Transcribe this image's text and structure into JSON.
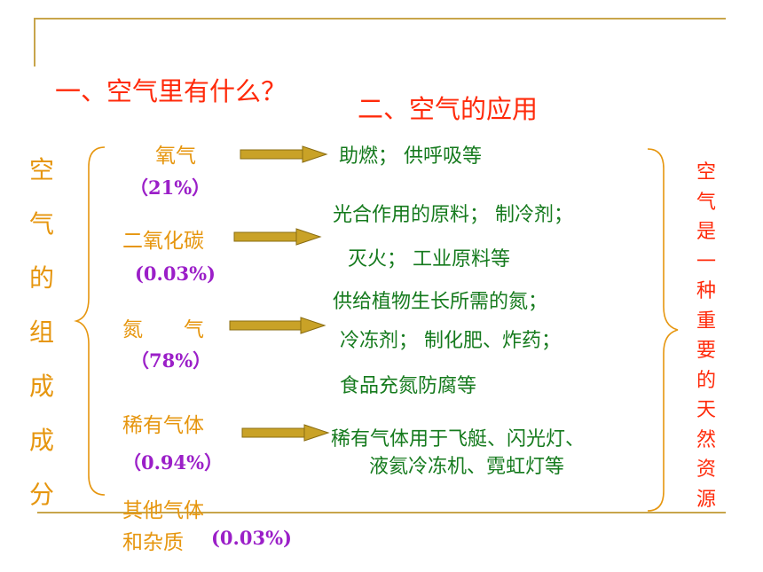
{
  "headings": {
    "section1": "一、空气里有什么？",
    "section2": "二、空气的应用"
  },
  "left_label_chars": [
    "空",
    "气",
    "的",
    "组",
    "成",
    "成",
    "分"
  ],
  "components": {
    "oxygen": {
      "name": "氧气",
      "percent": "（21%）"
    },
    "co2": {
      "name": "二氧化碳",
      "percent": "(0.03%)"
    },
    "nitrogen": {
      "name": "氮　　气",
      "percent": "（78%）"
    },
    "noble": {
      "name": "稀有气体",
      "percent": "（0.94%）"
    },
    "other": {
      "name_line1": "其他气体",
      "name_line2": "和杂质",
      "percent": "(0.03%)"
    }
  },
  "uses": {
    "oxygen": "助燃；  供呼吸等",
    "co2_line1": "光合作用的原料；    制冷剂；",
    "co2_line2": "灭火；      工业原料等",
    "nitrogen_line1": "供给植物生长所需的氮；",
    "nitrogen_line2": "冷冻剂；     制化肥、炸药；",
    "nitrogen_line3": "食品充氮防腐等",
    "noble_line1": "稀有气体用于飞艇、闪光灯、",
    "noble_line2": "液氦冷冻机、霓虹灯等"
  },
  "right_label_chars": [
    "空",
    "气",
    "是",
    "一",
    "种",
    "重",
    "要",
    "的",
    "天",
    "然",
    "资",
    "源"
  ],
  "colors": {
    "orange": "#e6960f",
    "red": "#ff2a0a",
    "purple": "#9b1fc8",
    "green": "#157a1d",
    "rule": "#c8a54b",
    "arrow": "#c9a227"
  }
}
